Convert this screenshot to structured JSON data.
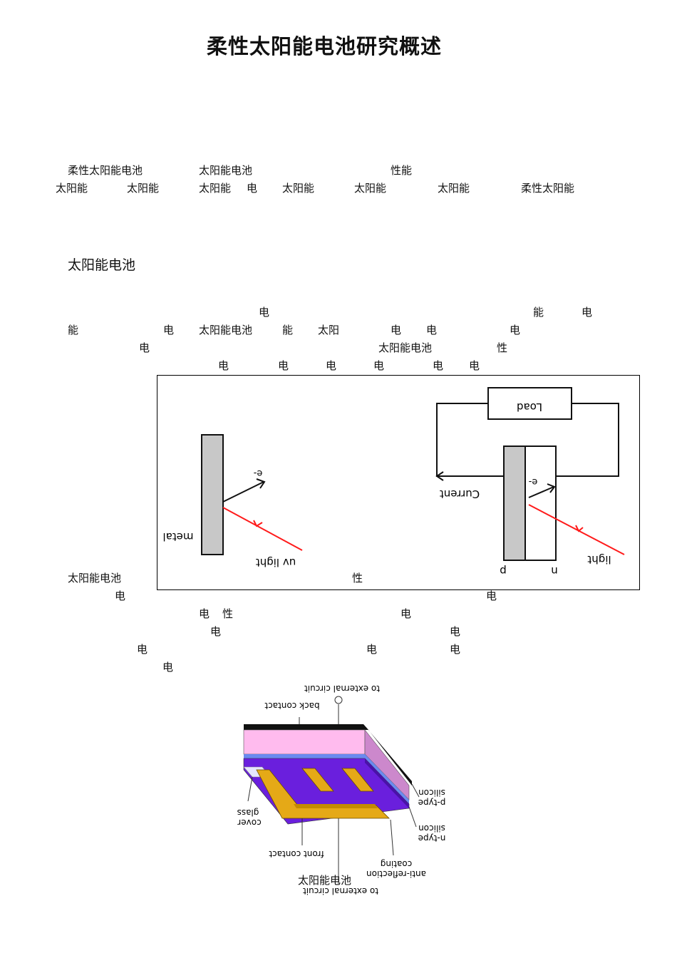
{
  "document": {
    "title": "柔性太阳能电池研究概述",
    "abstract_lines": [
      [
        "柔性太阳能电池",
        "太阳能电池",
        "性能"
      ],
      [
        "太阳能",
        "太阳能",
        "太阳能",
        "电",
        "太阳能",
        "太阳能",
        "太阳能",
        "柔性太阳能"
      ]
    ],
    "section_heading": "太阳能电池",
    "para1_fragments": [
      "电",
      "能",
      "电",
      "能",
      "电",
      "太阳能电池",
      "能",
      "太阳",
      "电",
      "电",
      "电",
      "电",
      "太阳能电池",
      "性",
      "电",
      "电",
      "电",
      "电",
      "电",
      "电"
    ],
    "para2_fragments": [
      "太阳能电池",
      "性",
      "电",
      "电",
      "电",
      "性",
      "电",
      "电",
      "电",
      "电",
      "电",
      "电",
      "电"
    ],
    "figure1": {
      "metal_label": "metal",
      "uv_label": "uv light",
      "electron_label": "e-",
      "load_label": "Load",
      "current_label": "Current",
      "p_label": "p",
      "n_label": "n",
      "light_label": "light",
      "light_color": "#ff1a1a",
      "plate_color": "#c8c8c8"
    },
    "figure2": {
      "caption": "太阳能电池",
      "labels": {
        "ext_top": "to external circuit",
        "back_contact": "back contact",
        "silicon_p": "silicon",
        "p_type": "p-type",
        "silicon_n": "silicon",
        "n_type": "n-type",
        "coating": "coating",
        "anti_reflection": "anti-reflection",
        "glass": "glass",
        "cover": "cover",
        "front_contact": "front contact",
        "ext_bottom": "to external circuit"
      },
      "colors": {
        "pink": "#ffbbee",
        "purple": "#6a1fdd",
        "gold": "#e5a917",
        "side_pink": "#cc88cc",
        "blue": "#6a8af0"
      }
    }
  }
}
